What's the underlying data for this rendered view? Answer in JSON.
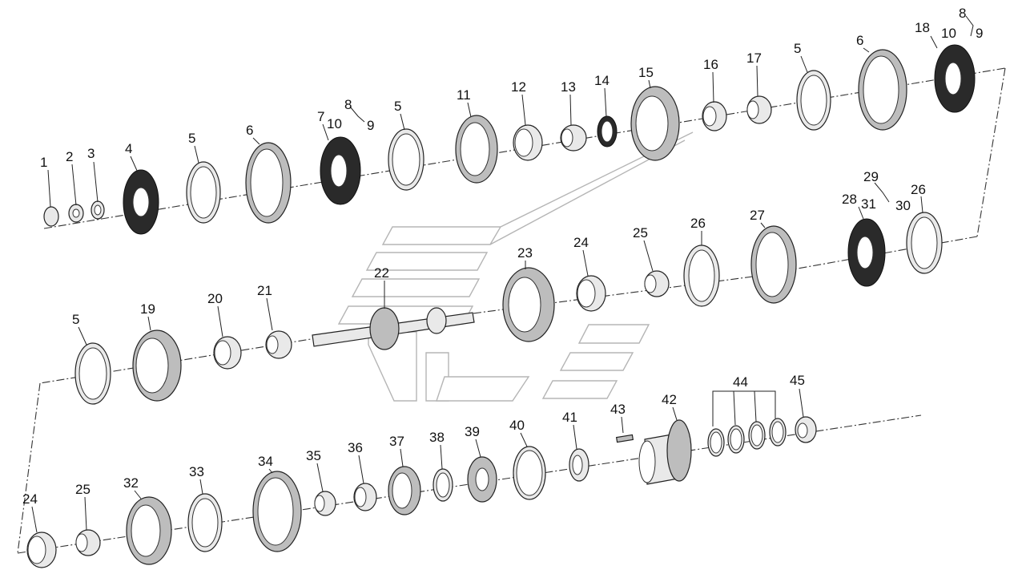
{
  "labels": [
    "1",
    "2",
    "3",
    "4",
    "5",
    "6",
    "7",
    "8",
    "9",
    "10",
    "11",
    "12",
    "13",
    "14",
    "15",
    "16",
    "17",
    "18",
    "19",
    "20",
    "21",
    "22",
    "23",
    "24",
    "25",
    "26",
    "27",
    "28",
    "29",
    "30",
    "31",
    "32",
    "33",
    "34",
    "35",
    "36",
    "37",
    "38",
    "39",
    "40",
    "41",
    "42",
    "43",
    "44",
    "45"
  ]
}
